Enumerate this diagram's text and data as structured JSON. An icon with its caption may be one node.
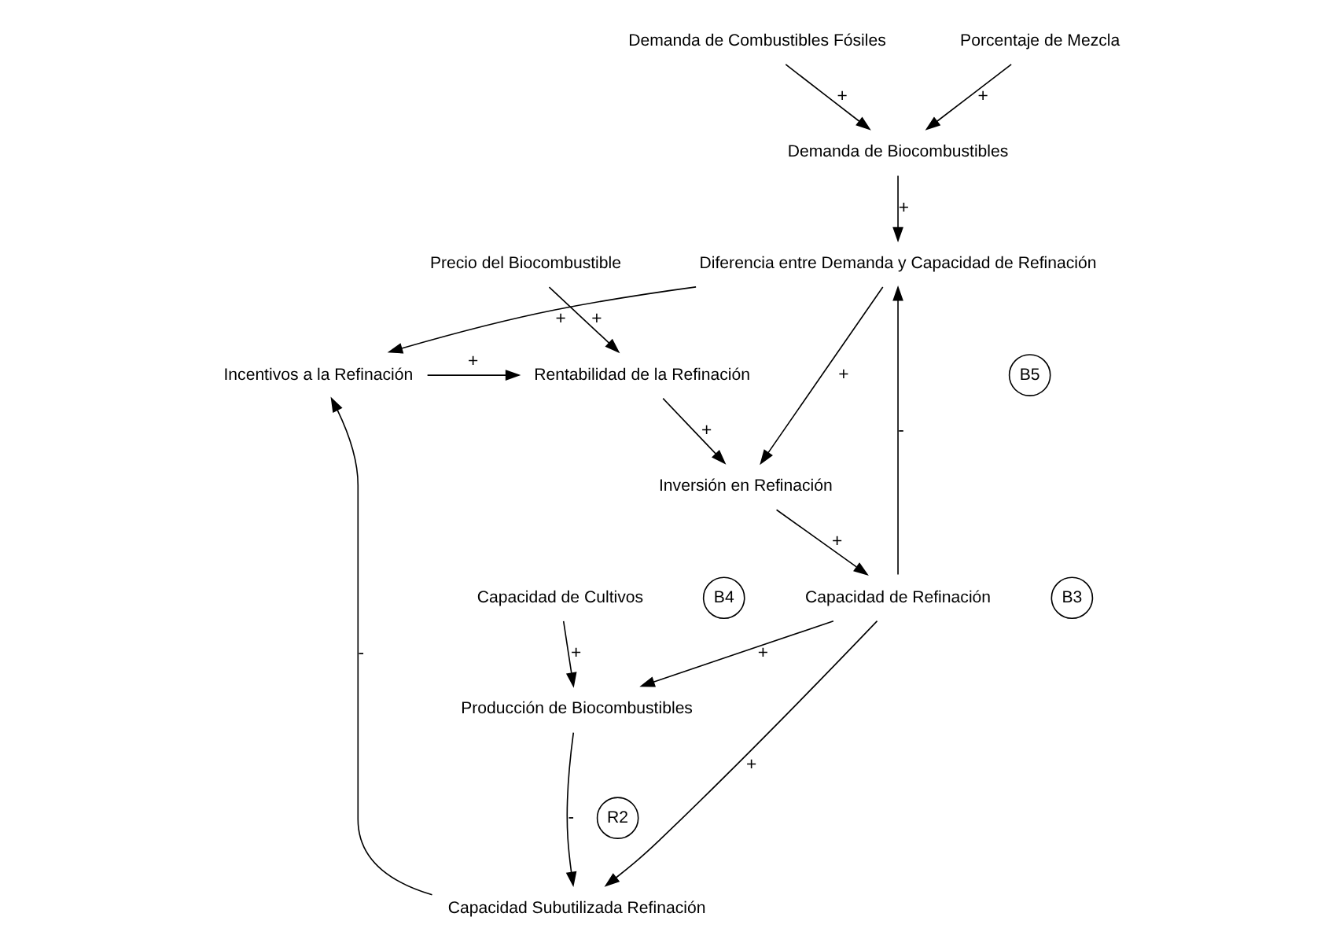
{
  "diagram": {
    "nodes": [
      {
        "text": [
          "Demanda de Combustibles Fósiles"
        ]
      },
      {
        "text": [
          "Porcentaje de Mezcla"
        ]
      },
      {
        "text": [
          "Demanda de Biocombustibles"
        ]
      },
      {
        "text": [
          "Diferencia entre Demanda y Capacidad de Refinación"
        ]
      },
      {
        "text": [
          "Capacidad de Cultivos"
        ]
      },
      {
        "text": [
          "Incentivos a la Refinación"
        ]
      },
      {
        "text": [
          "Capacidad de Refinación"
        ]
      },
      {
        "text": [
          "Producción de Biocombustibles"
        ]
      },
      {
        "text": [
          "Rentabilidad de la Refinación"
        ]
      },
      {
        "text": [
          "Inversión en Refinación"
        ]
      },
      {
        "text": [
          "Capacidad Subutilizada Refinación"
        ]
      },
      {
        "text": [
          "Precio del Biocombustible"
        ]
      },
      {
        "text": [
          "B3"
        ]
      },
      {
        "text": [
          "B5"
        ]
      },
      {
        "text": [
          "R2"
        ]
      },
      {
        "text": [
          "B4"
        ]
      }
    ],
    "edges": [
      {
        "from": 0,
        "to": 2,
        "arrow": "to",
        "label": "+"
      },
      {
        "from": 1,
        "to": 2,
        "arrow": "to",
        "label": "+"
      },
      {
        "from": 2,
        "to": 3,
        "arrow": "to",
        "label": "+"
      },
      {
        "from": 6,
        "to": 3,
        "arrow": "to",
        "label": "-"
      },
      {
        "from": 4,
        "to": 7,
        "arrow": "to",
        "label": "+"
      },
      {
        "from": 3,
        "to": 5,
        "arrow": "to",
        "label": "+"
      },
      {
        "from": 3,
        "to": 9,
        "arrow": "to",
        "label": "+"
      },
      {
        "from": 5,
        "to": 8,
        "arrow": "to",
        "label": "+"
      },
      {
        "from": 6,
        "to": 7,
        "arrow": "to",
        "label": "+"
      },
      {
        "from": 9,
        "to": 6,
        "arrow": "to",
        "label": "+"
      },
      {
        "from": 8,
        "to": 9,
        "arrow": "to",
        "label": "+"
      },
      {
        "from": 6,
        "to": 10,
        "arrow": "to",
        "label": "+"
      },
      {
        "from": 7,
        "to": 10,
        "arrow": "to",
        "label": "-"
      },
      {
        "from": 11,
        "to": 8,
        "arrow": "to",
        "label": "+"
      },
      {
        "from": 10,
        "to": 5,
        "arrow": "to",
        "label": "-"
      }
    ]
  }
}
